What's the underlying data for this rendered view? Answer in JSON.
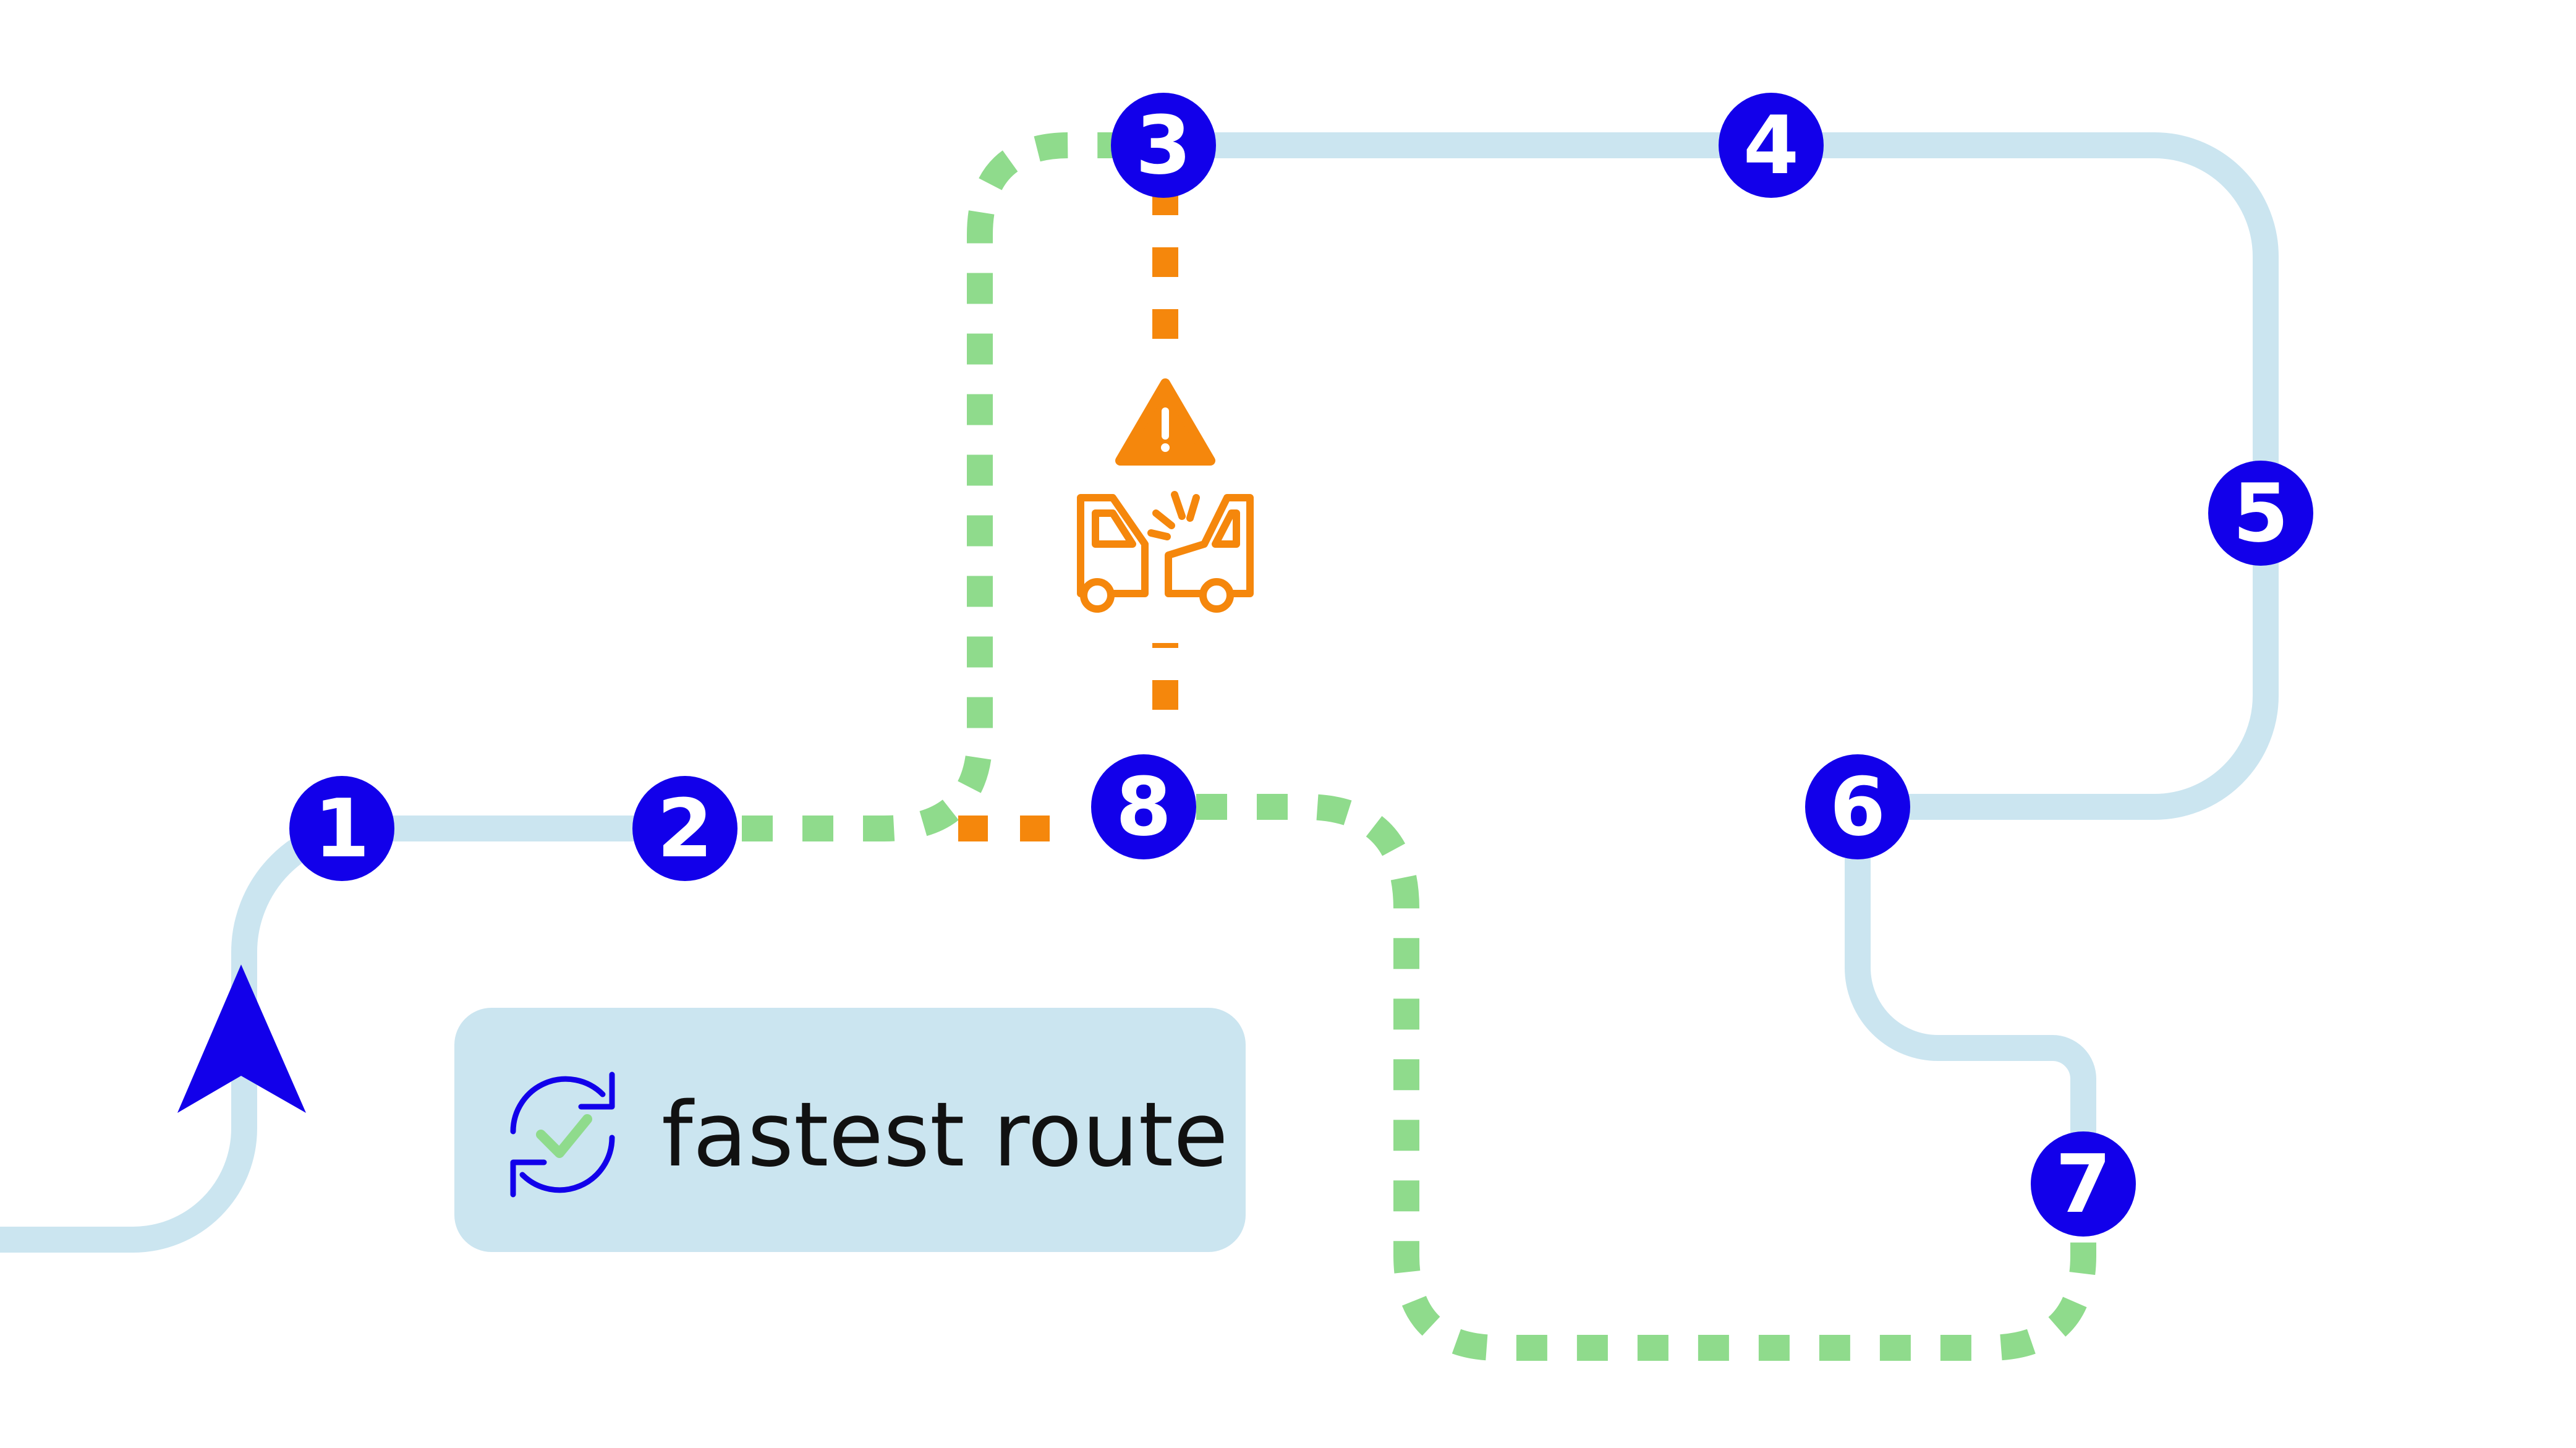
{
  "colors": {
    "route": "#cbe5f0",
    "alternate": "#8fdb8c",
    "blocked": "#f5870c",
    "node": "#1200ea",
    "node_text": "#ffffff",
    "legend_bg": "#cbe5f0",
    "legend_text": "#111111"
  },
  "nodes": [
    {
      "label": "1"
    },
    {
      "label": "2"
    },
    {
      "label": "3"
    },
    {
      "label": "4"
    },
    {
      "label": "5"
    },
    {
      "label": "6"
    },
    {
      "label": "7"
    },
    {
      "label": "8"
    }
  ],
  "incident": {
    "warning_icon": "warning-triangle-icon",
    "collision_icon": "car-collision-icon"
  },
  "legend": {
    "icon": "refresh-check-icon",
    "label": "fastest route"
  },
  "vehicle": {
    "icon": "navigation-arrow-icon"
  }
}
